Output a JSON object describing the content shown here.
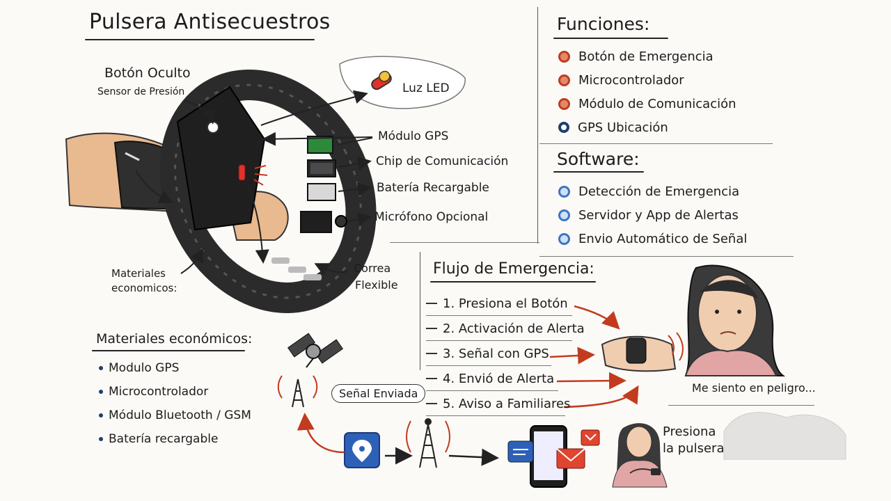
{
  "title": "Pulsera Antisecuestros",
  "callouts": {
    "hidden_button": "Botón Oculto",
    "pressure_sensor": "Sensor de Presión",
    "led": "Luz LED",
    "gps_module": "Módulo GPS",
    "comm_chip": "Chip de Comunicación",
    "battery": "Batería Recargable",
    "microphone": "Micrófono Opcional",
    "strap_line1": "Correa",
    "strap_line2": "Flexible",
    "materials_line1": "Materiales",
    "materials_line2": "economicos:"
  },
  "functions": {
    "heading": "Funciones:",
    "items": [
      "Botón de Emergencia",
      "Microcontrolador",
      "Módulo de Comunicación",
      "GPS Ubicación"
    ]
  },
  "software": {
    "heading": "Software:",
    "items": [
      "Detección de Emergencia",
      "Servidor y App de Alertas",
      "Envio Automático de Señal"
    ]
  },
  "materials": {
    "heading": "Materiales económicos:",
    "items": [
      "Modulo GPS",
      "Microcontrolador",
      "Módulo Bluetooth / GSM",
      "Batería recargable"
    ]
  },
  "flow": {
    "heading": "Flujo de Emergencia:",
    "steps": [
      "1. Presiona el Botón",
      "2. Activación de Alerta",
      "3. Señal con GPS",
      "4. Envió de Alerta",
      "5. Aviso a Familiares"
    ]
  },
  "signal_label": "Señal Enviada",
  "woman_caption": "Me siento en peligro...",
  "press_caption_line1": "Presiona",
  "press_caption_line2": "la pulsera",
  "colors": {
    "red_accent": "#c23b1e",
    "navy": "#1d3f6e",
    "blue": "#3f73c4",
    "band_dark": "#2b2b2b",
    "skin": "#e9b98f"
  }
}
